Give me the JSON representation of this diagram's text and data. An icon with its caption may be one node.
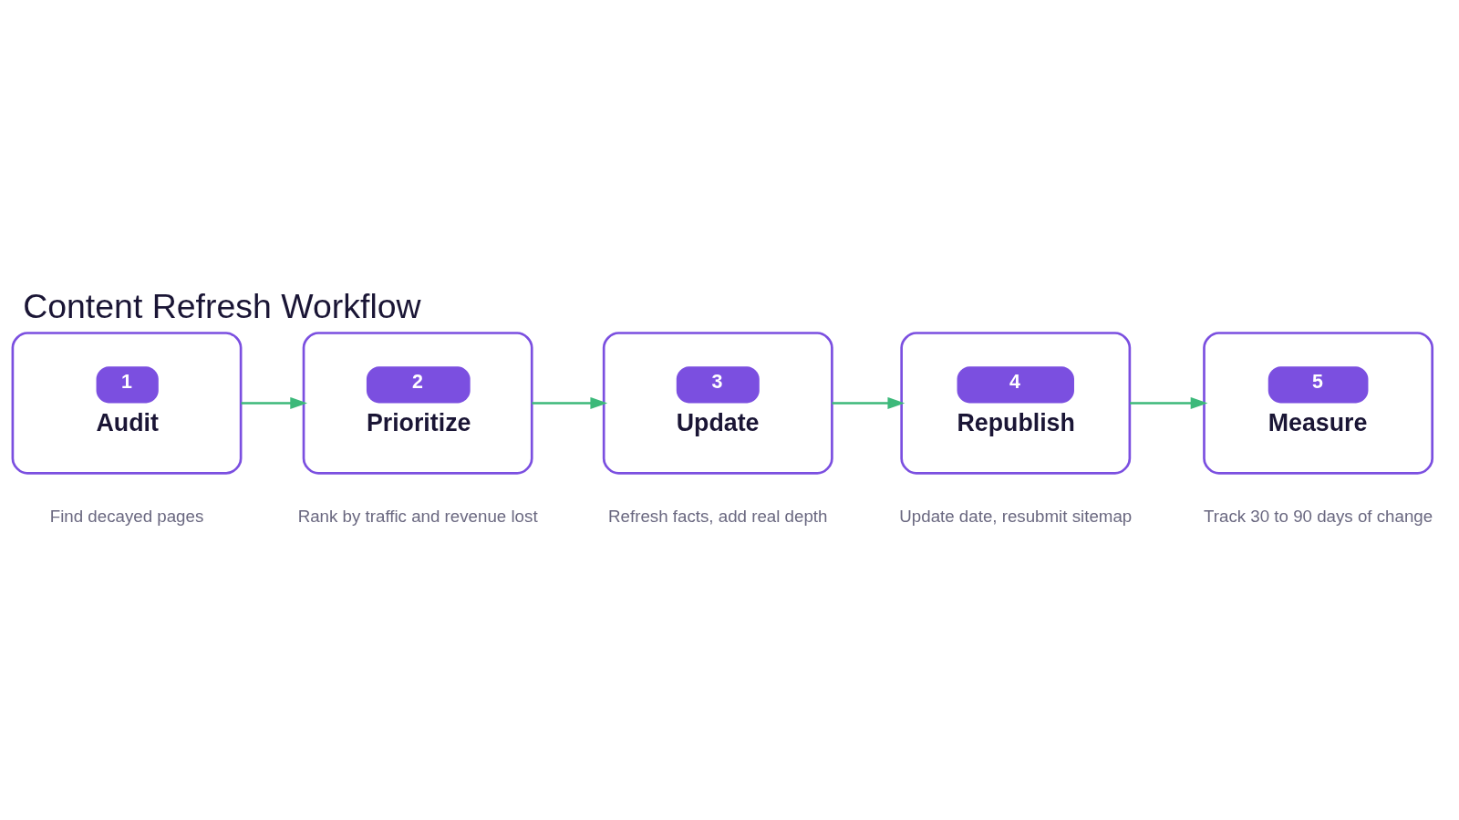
{
  "diagram": {
    "title": "Content Refresh Workflow",
    "nodes": [
      {
        "text": [
          "1",
          "Audit"
        ],
        "beside": [
          "Find decayed pages"
        ]
      },
      {
        "text": [
          "2",
          "Prioritize"
        ],
        "beside": [
          "Rank by traffic and revenue lost"
        ]
      },
      {
        "text": [
          "3",
          "Update"
        ],
        "beside": [
          "Refresh facts, add real depth"
        ]
      },
      {
        "text": [
          "4",
          "Republish"
        ],
        "beside": [
          "Update date, resubmit sitemap"
        ]
      },
      {
        "text": [
          "5",
          "Measure"
        ],
        "beside": [
          "Track 30 to 90 days of change"
        ]
      }
    ],
    "edges": [
      {
        "from": 0,
        "to": 1,
        "arrow": "to"
      },
      {
        "from": 1,
        "to": 2,
        "arrow": "to"
      },
      {
        "from": 2,
        "to": 3,
        "arrow": "to"
      },
      {
        "from": 3,
        "to": 4,
        "arrow": "to"
      }
    ]
  }
}
